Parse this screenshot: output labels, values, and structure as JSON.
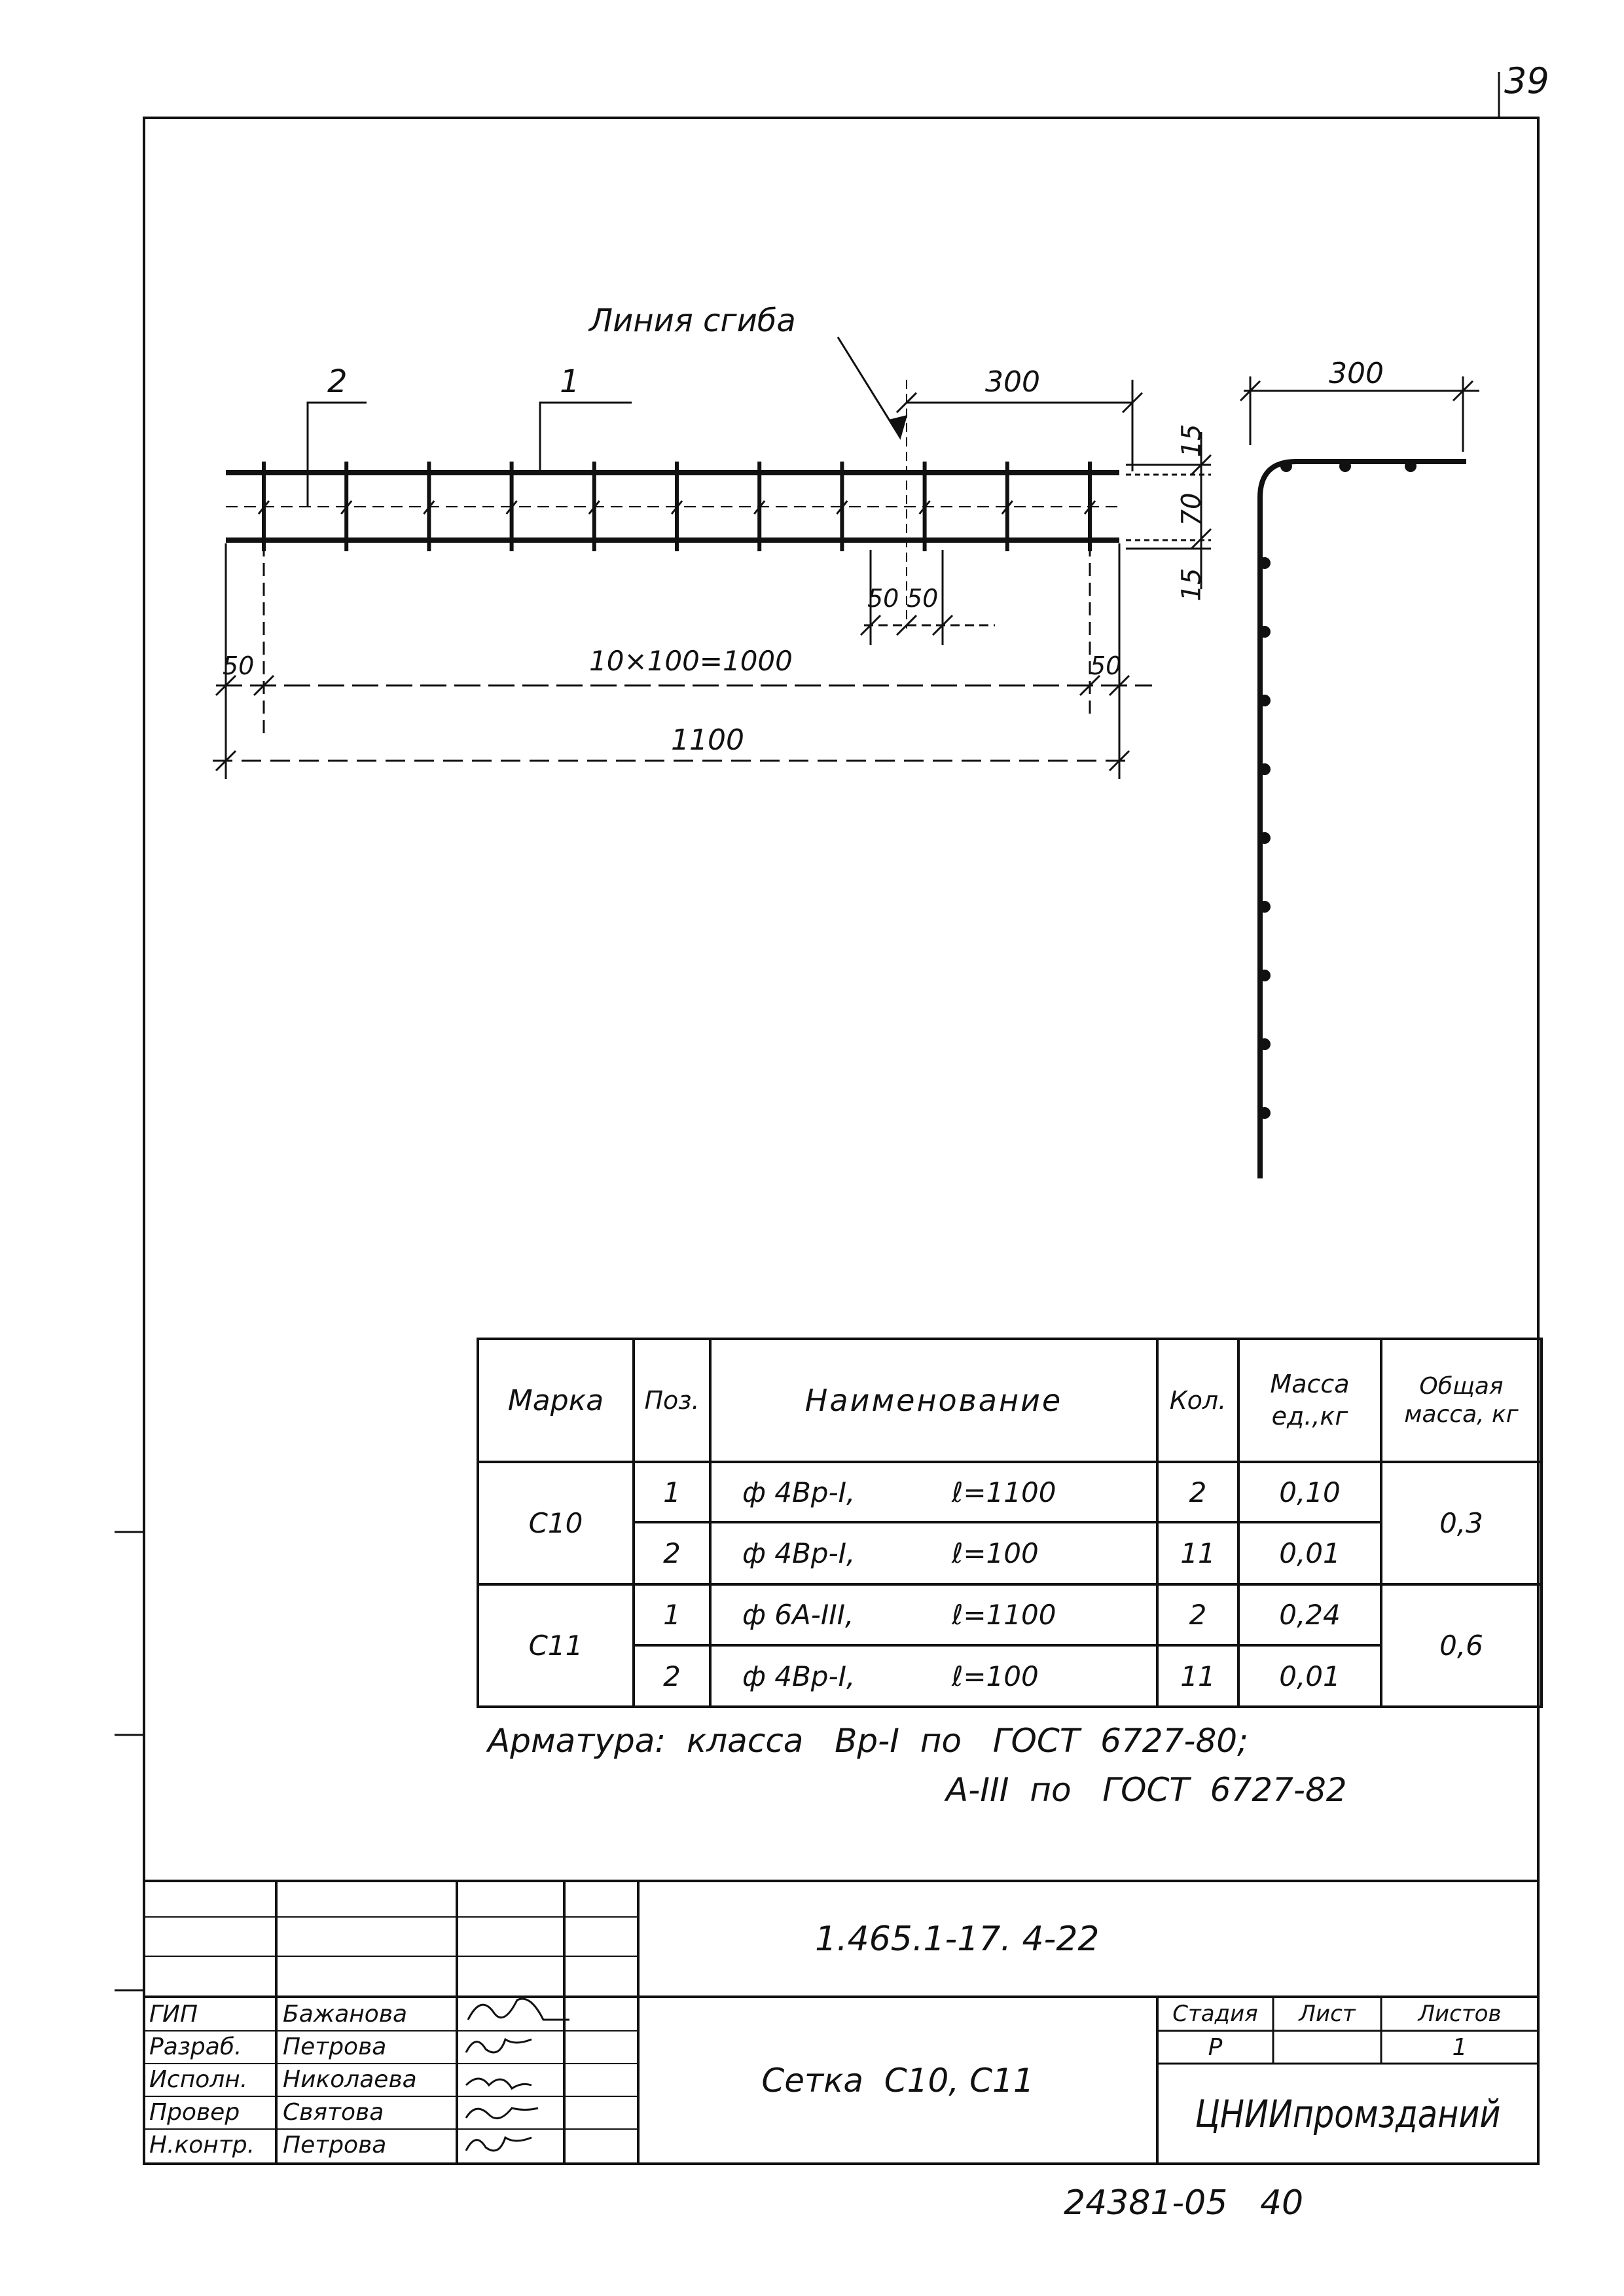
{
  "page_number": "39",
  "drawing": {
    "cut_line_label": "Линия сгиба",
    "position_labels": [
      "2",
      "1"
    ],
    "dims": {
      "bend_top": "300",
      "bend_side": "300",
      "v15a": "15",
      "v70": "70",
      "v15b": "15",
      "d50a": "50",
      "d50b": "50",
      "left50": "50",
      "right50": "50",
      "spacing": "10×100=1000",
      "total": "1100"
    }
  },
  "table": {
    "headers": {
      "mark": "Марка",
      "pos": "Поз.",
      "name": "Наименование",
      "qty": "Кол.",
      "unit_mass": "Масса ед.,кг",
      "total_mass": "Общая масса, кг"
    },
    "groups": [
      {
        "mark": "С10",
        "total": "0,3",
        "rows": [
          {
            "pos": "1",
            "bar": "ф 4Вр-I,",
            "len": "ℓ=1100",
            "qty": "2",
            "mass": "0,10"
          },
          {
            "pos": "2",
            "bar": "ф 4Вр-I,",
            "len": "ℓ=100",
            "qty": "11",
            "mass": "0,01"
          }
        ]
      },
      {
        "mark": "С11",
        "total": "0,6",
        "rows": [
          {
            "pos": "1",
            "bar": "ф 6А-III,",
            "len": "ℓ=1100",
            "qty": "2",
            "mass": "0,24"
          },
          {
            "pos": "2",
            "bar": "ф 4Вр-I,",
            "len": "ℓ=100",
            "qty": "11",
            "mass": "0,01"
          }
        ]
      }
    ]
  },
  "note": {
    "line1": "Арматура:  класса   Вр-I  по   ГОСТ  6727-80;",
    "line2": "А-III  по   ГОСТ  6727-82"
  },
  "title_block": {
    "code": "1.465.1-17. 4-22",
    "roles": [
      "ГИП",
      "Разраб.",
      "Исполн.",
      "Провер",
      "Н.контр."
    ],
    "names": [
      "Бажанова",
      "Петрова",
      "Николаева",
      "Святова",
      "Петрова"
    ],
    "sheet_title": "Сетка  С10, С11",
    "stage_header": "Стадия",
    "sheet_header": "Лист",
    "sheets_header": "Листов",
    "stage": "Р",
    "sheets": "1",
    "organization": "ЦНИИпромзданий"
  },
  "footer_code": "24381-05   40"
}
